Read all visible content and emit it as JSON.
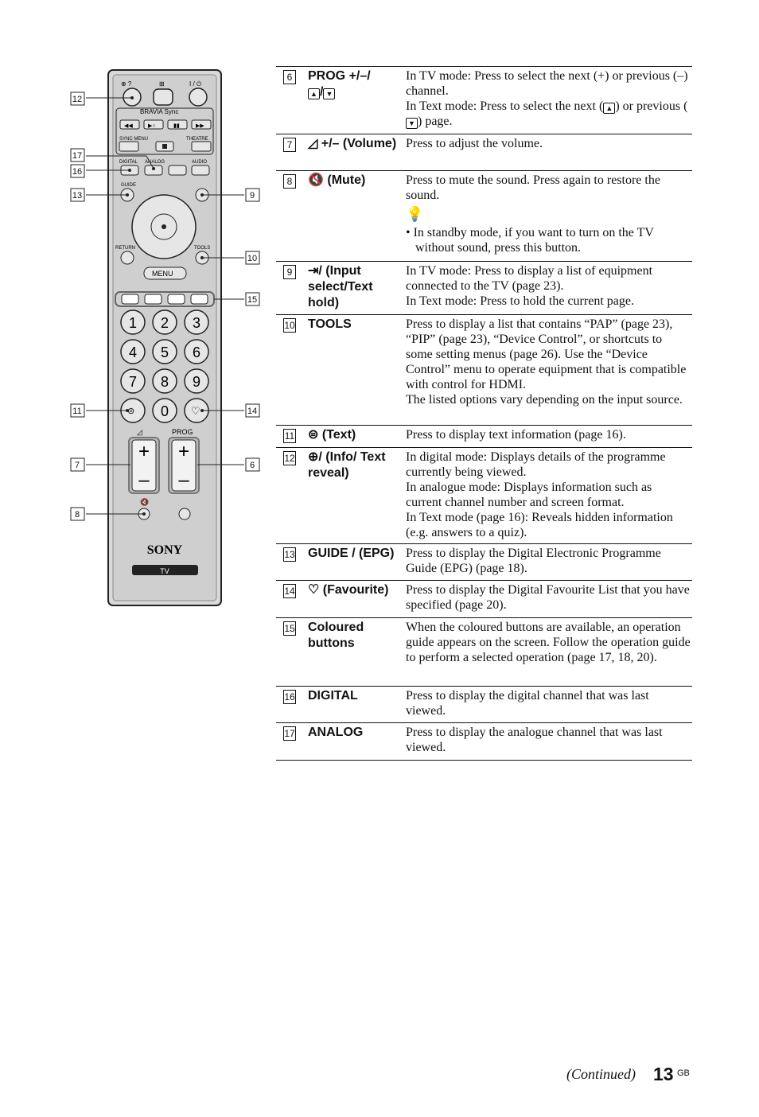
{
  "remote": {
    "brand": "SONY",
    "tv_label": "TV",
    "bravia_sync": "BRAVIA Sync",
    "sync_menu": "SYNC MENU",
    "theatre": "THEATRE",
    "digital": "DIGITAL",
    "analog": "ANALOG",
    "audio": "AUDIO",
    "guide": "GUIDE",
    "return": "RETURN",
    "tools": "TOOLS",
    "menu": "MENU",
    "prog": "PROG",
    "power": "I / ⏻",
    "digits": [
      "1",
      "2",
      "3",
      "4",
      "5",
      "6",
      "7",
      "8",
      "9",
      "0"
    ],
    "callouts": [
      "12",
      "17",
      "16",
      "13",
      "9",
      "10",
      "15",
      "11",
      "14",
      "7",
      "6",
      "8"
    ]
  },
  "rows": [
    {
      "num": "6",
      "label_a": "PROG +/–/",
      "label_b": "/",
      "desc": [
        "In TV mode: Press to select the next (+) or previous (–) channel.",
        "In Text mode: Press to select the next (",
        "▲",
        ") or previous (",
        "▼",
        ") page."
      ]
    },
    {
      "num": "7",
      "label": "+/– (Volume)",
      "desc": [
        "Press to adjust the volume."
      ]
    },
    {
      "num": "8",
      "label": "(Mute)",
      "desc": [
        "Press to mute the sound. Press again to restore the sound."
      ],
      "tip": "• In standby mode, if you want to turn on the TV without sound, press this button."
    },
    {
      "num": "9",
      "label": "/ (Input select/Text hold)",
      "desc": [
        "In TV mode: Press to display a list of equipment connected to the TV (page 23).",
        "In Text mode: Press to hold the current page."
      ]
    },
    {
      "num": "10",
      "label": "TOOLS",
      "desc": [
        "Press to display a list that contains “PAP” (page 23), “PIP” (page 23), “Device Control”, or shortcuts to some setting menus (page 26). Use the “Device Control” menu to operate equipment that is compatible with control for HDMI.",
        "The listed options vary depending on the input source."
      ]
    },
    {
      "num": "11",
      "label": "(Text)",
      "desc": [
        "Press to display text information (page 16)."
      ]
    },
    {
      "num": "12",
      "label": "/ (Info/ Text reveal)",
      "desc": [
        "In digital mode: Displays details of the programme currently being viewed.",
        "In analogue mode: Displays information such as current channel number and screen format.",
        "In Text mode (page 16): Reveals hidden information (e.g. answers to a quiz)."
      ]
    },
    {
      "num": "13",
      "label": "GUIDE / (EPG)",
      "desc": [
        "Press to display the Digital Electronic Programme Guide (EPG) (page 18)."
      ]
    },
    {
      "num": "14",
      "label": "(Favourite)",
      "desc": [
        "Press to display the Digital Favourite List that you have specified (page 20)."
      ]
    },
    {
      "num": "15",
      "label": "Coloured buttons",
      "desc": [
        "When the coloured buttons are available, an operation guide appears on the screen. Follow the operation guide to perform a selected operation (page 17, 18, 20)."
      ]
    },
    {
      "num": "16",
      "label": "DIGITAL",
      "desc": [
        "Press to display the digital channel that was last viewed."
      ]
    },
    {
      "num": "17",
      "label": "ANALOG",
      "desc": [
        "Press to display the analogue channel that was last viewed."
      ]
    }
  ],
  "footer": {
    "continued": "(Continued)",
    "page": "13",
    "region": "GB"
  }
}
